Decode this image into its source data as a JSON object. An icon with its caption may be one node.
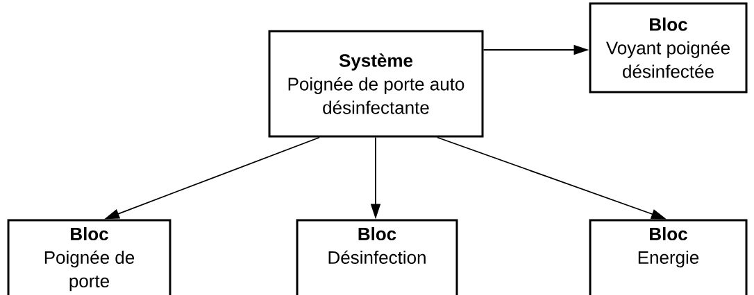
{
  "diagram": {
    "nodes": [
      {
        "text": [
          "Système",
          "Poignée de porte auto désinfectante"
        ]
      },
      {
        "text": [
          "Bloc",
          "Voyant poignée désinfectée"
        ]
      },
      {
        "text": [
          "Bloc",
          "Poignée de porte"
        ]
      },
      {
        "text": [
          "Bloc",
          "Désinfection"
        ]
      },
      {
        "text": [
          "Bloc",
          "Energie"
        ]
      }
    ],
    "edges": [
      {
        "from": 0,
        "to": 1,
        "arrow": "to"
      },
      {
        "from": 0,
        "to": 2,
        "arrow": "to"
      },
      {
        "from": 0,
        "to": 3,
        "arrow": "to"
      },
      {
        "from": 0,
        "to": 4,
        "arrow": "to"
      }
    ]
  }
}
